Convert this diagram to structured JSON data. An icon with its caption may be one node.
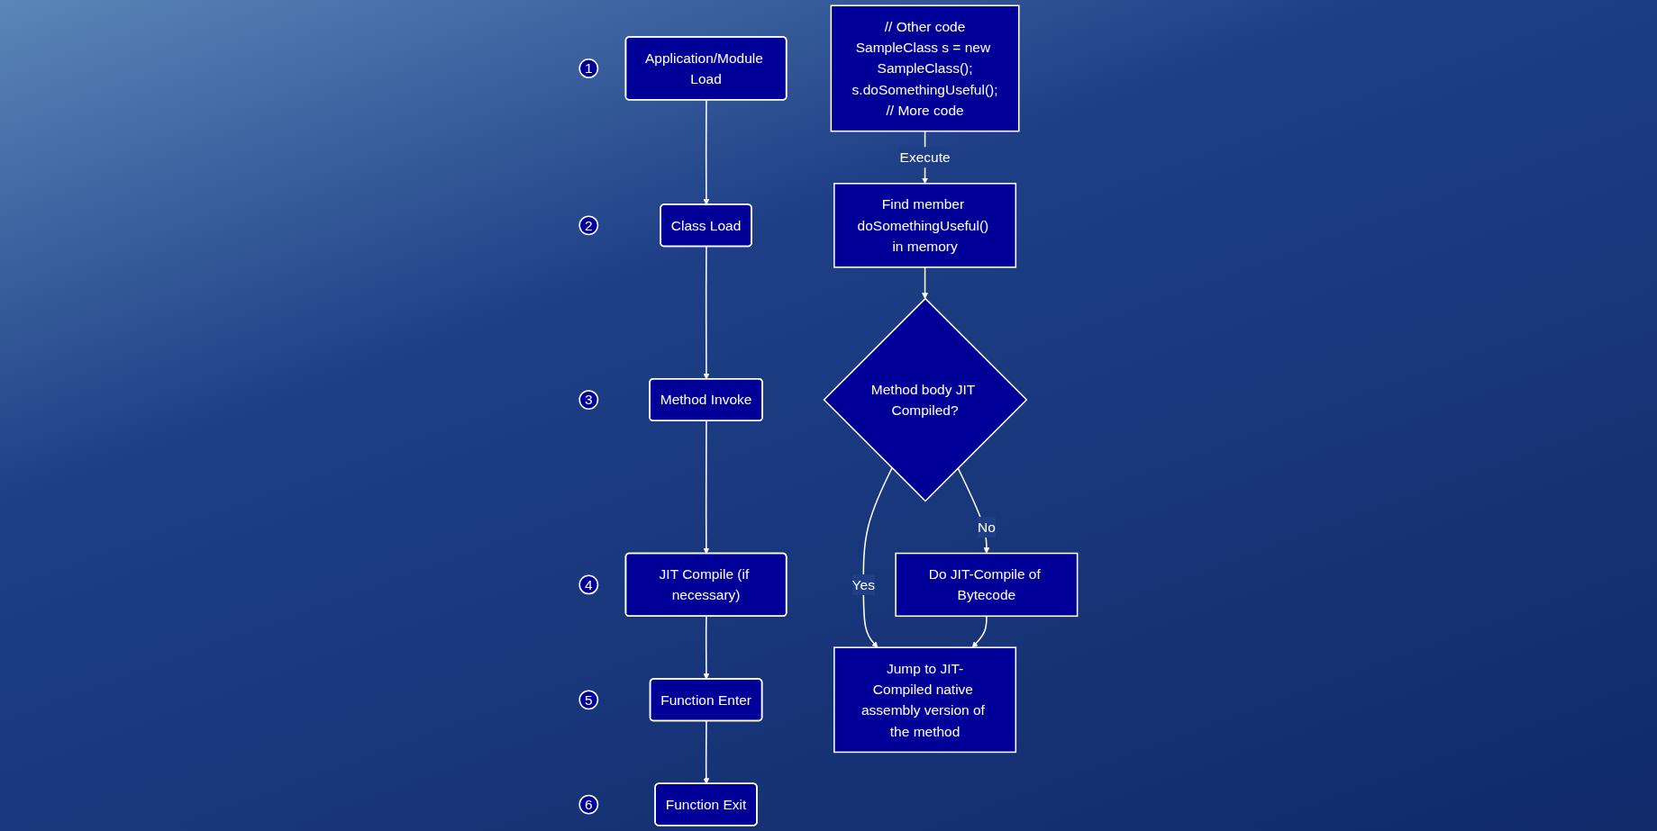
{
  "diagram": {
    "nodes": [
      {
        "text": [
          "1"
        ]
      },
      {
        "text": [
          "Application/Module Load"
        ]
      },
      {
        "text": [
          "2"
        ]
      },
      {
        "text": [
          "Class Load"
        ]
      },
      {
        "text": [
          "3"
        ]
      },
      {
        "text": [
          "Method Invoke"
        ]
      },
      {
        "text": [
          "4"
        ]
      },
      {
        "text": [
          "JIT Compile (if necessary)"
        ]
      },
      {
        "text": [
          "5"
        ]
      },
      {
        "text": [
          "Function Enter"
        ]
      },
      {
        "text": [
          "6"
        ]
      },
      {
        "text": [
          "Function Exit"
        ]
      },
      {
        "text": [
          "// Other code",
          "SampleClass s = new SampleClass();",
          "s.doSomethingUseful();",
          "// More code"
        ]
      },
      {
        "text": [
          "Find member doSomethingUseful() in memory"
        ]
      },
      {
        "text": [
          "Method body JIT Compiled?"
        ]
      },
      {
        "text": [
          "Do JIT-Compile of Bytecode"
        ]
      },
      {
        "text": [
          "Jump to JIT-Compiled native assembly version of the method"
        ]
      }
    ],
    "edges": [
      {
        "from": 1,
        "to": 3,
        "arrow": "to"
      },
      {
        "from": 3,
        "to": 5,
        "arrow": "to"
      },
      {
        "from": 5,
        "to": 7,
        "arrow": "to"
      },
      {
        "from": 7,
        "to": 9,
        "arrow": "to"
      },
      {
        "from": 9,
        "to": 11,
        "arrow": "to"
      },
      {
        "from": 12,
        "to": 13,
        "arrow": "to",
        "label": "Execute"
      },
      {
        "from": 13,
        "to": 14,
        "arrow": "to"
      },
      {
        "from": 14,
        "to": 15,
        "arrow": "to",
        "label": "No"
      },
      {
        "from": 14,
        "to": 16,
        "arrow": "to",
        "label": "Yes"
      },
      {
        "from": 15,
        "to": 16,
        "arrow": "to"
      }
    ]
  }
}
